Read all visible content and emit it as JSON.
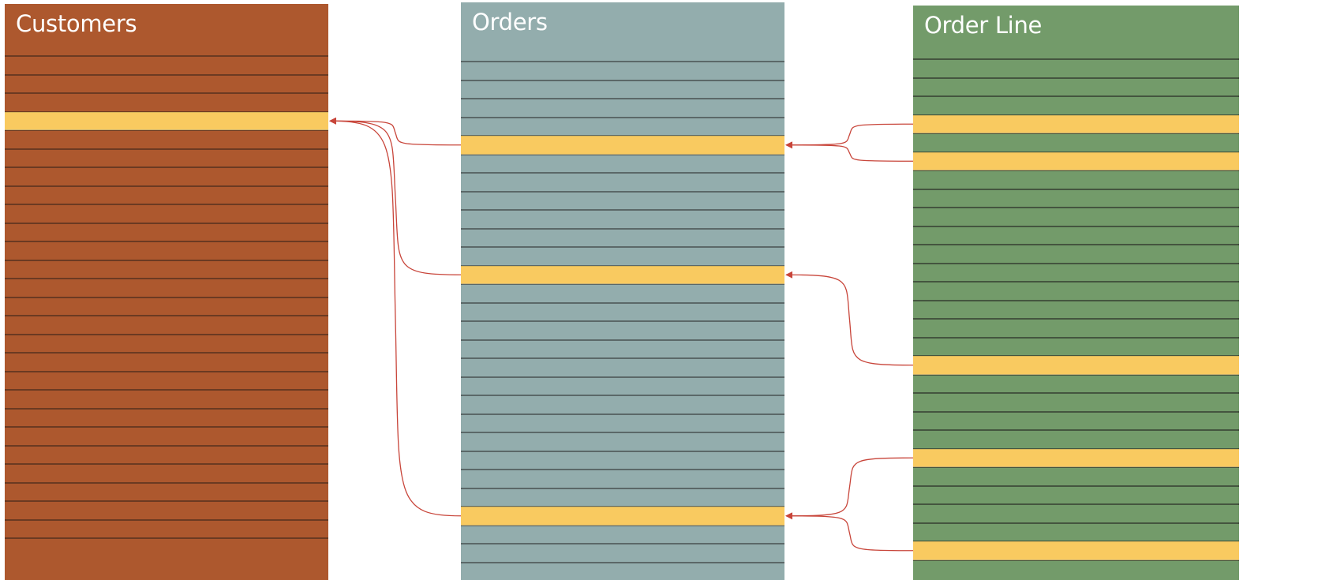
{
  "diagram": {
    "tables": [
      {
        "id": "customers",
        "title": "Customers",
        "color": "#ad582e",
        "row_count": 26,
        "highlighted_rows": [
          3
        ]
      },
      {
        "id": "orders",
        "title": "Orders",
        "color": "#93adad",
        "row_count": 27,
        "highlighted_rows": [
          4,
          11,
          24
        ]
      },
      {
        "id": "orderline",
        "title": "Order Line",
        "color": "#739b6a",
        "row_count": 27,
        "highlighted_rows": [
          3,
          5,
          16,
          21,
          26
        ]
      }
    ],
    "highlight_color": "#f9ca60",
    "link_color": "#c8453a",
    "links": [
      {
        "from": "orders",
        "from_row": 4,
        "to": "customers",
        "to_row": 3
      },
      {
        "from": "orders",
        "from_row": 11,
        "to": "customers",
        "to_row": 3
      },
      {
        "from": "orders",
        "from_row": 24,
        "to": "customers",
        "to_row": 3
      },
      {
        "from": "orderline",
        "from_row": 3,
        "to": "orders",
        "to_row": 4
      },
      {
        "from": "orderline",
        "from_row": 5,
        "to": "orders",
        "to_row": 4
      },
      {
        "from": "orderline",
        "from_row": 16,
        "to": "orders",
        "to_row": 11
      },
      {
        "from": "orderline",
        "from_row": 21,
        "to": "orders",
        "to_row": 24
      },
      {
        "from": "orderline",
        "from_row": 26,
        "to": "orders",
        "to_row": 24
      }
    ]
  }
}
